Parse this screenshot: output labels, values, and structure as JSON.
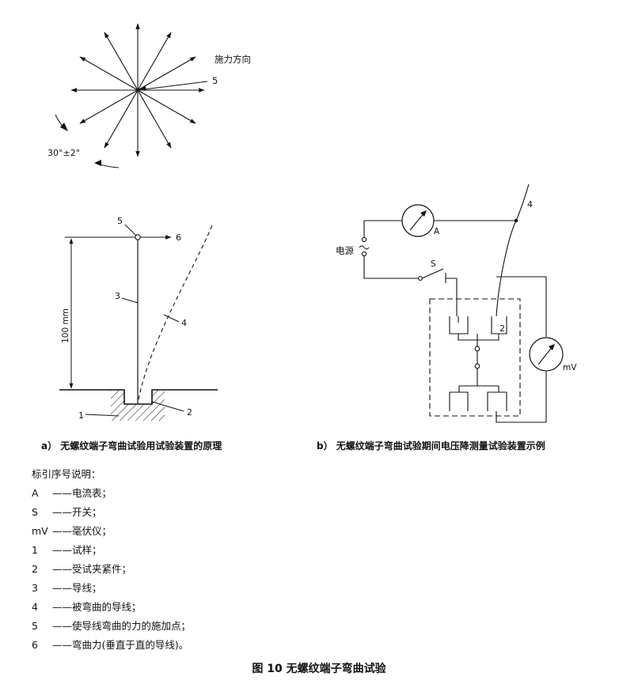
{
  "fig_a": {
    "direction_label": "施力方向",
    "callout_5": "5",
    "angle_label": "30°±2°",
    "callout_5b": "5",
    "callout_6": "6",
    "callout_3": "3",
    "callout_4": "4",
    "callout_1": "1",
    "callout_2": "2",
    "dimension": "100 mm",
    "caption": "a）  无螺纹端子弯曲试验用试验装置的原理"
  },
  "fig_b": {
    "ammeter": "A",
    "power": "电源",
    "switch": "S",
    "callout_4": "4",
    "callout_2": "2",
    "millivoltmeter": "mV",
    "caption": "b）  无螺纹端子弯曲试验期间电压降测量试验装置示例"
  },
  "legend": {
    "title": "标引序号说明：",
    "items": [
      {
        "key": "A",
        "text": "——电流表；"
      },
      {
        "key": "S",
        "text": "——开关；"
      },
      {
        "key": "mV",
        "text": "——毫伏仪；"
      },
      {
        "key": "1",
        "text": "——试样；"
      },
      {
        "key": "2",
        "text": "——受试夹紧件；"
      },
      {
        "key": "3",
        "text": "——导线；"
      },
      {
        "key": "4",
        "text": "——被弯曲的导线；"
      },
      {
        "key": "5",
        "text": "——使导线弯曲的力的施加点；"
      },
      {
        "key": "6",
        "text": "——弯曲力(垂直于直的导线)。"
      }
    ]
  },
  "figure_title": "图 10   无螺纹端子弯曲试验"
}
